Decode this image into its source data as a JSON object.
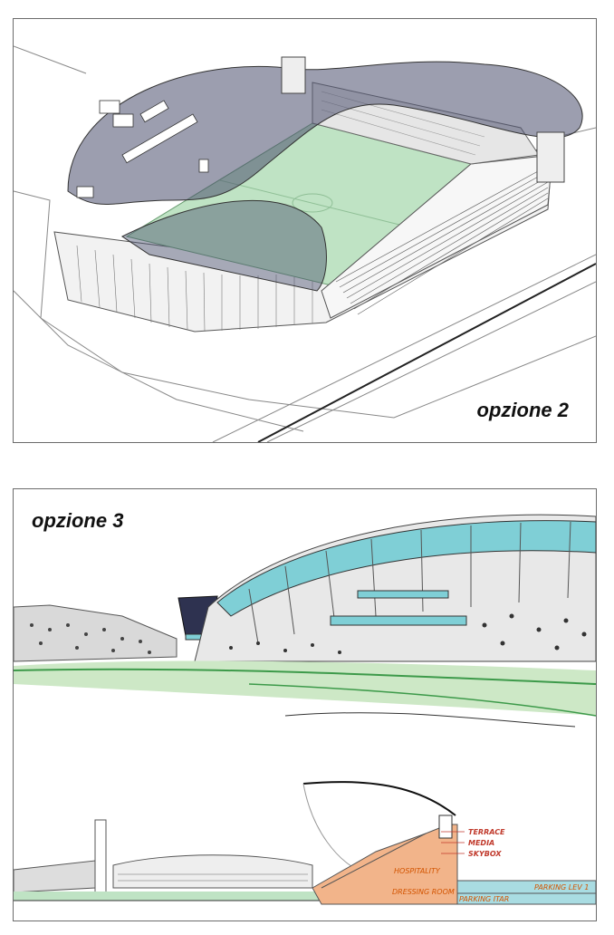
{
  "panels": {
    "option2": {
      "caption": "opzione 2"
    },
    "option3": {
      "caption": "opzione 3"
    }
  },
  "section_labels": {
    "terrace": "TERRACE",
    "media": "MEDIA",
    "skybox": "SKYBOX",
    "hospitality": "HOSPITALITY",
    "dressing_room": "DRESSING ROOM",
    "parking_lev1": "PARKING LEV 1",
    "parking_lev2": "PARKING ITAR"
  },
  "colors": {
    "pitch": "#bfe3c4",
    "roof_shade": "#4a4f6e",
    "glass": "#7fcfd6",
    "orange": "#f2b48a",
    "parking": "#a9dce2"
  }
}
